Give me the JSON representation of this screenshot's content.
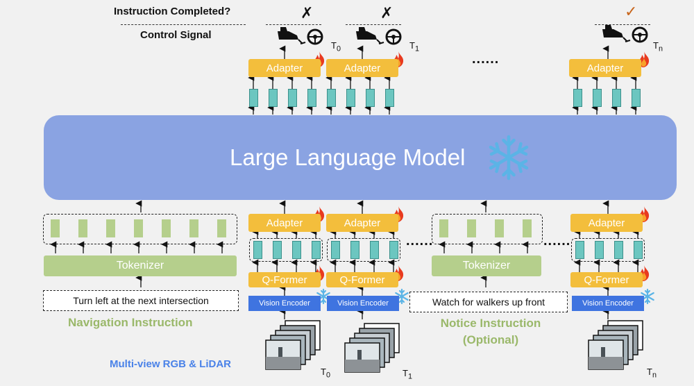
{
  "header": {
    "instruction_completed": "Instruction Completed?",
    "control_signal": "Control Signal"
  },
  "marks": {
    "cross": "✗",
    "check": "✓"
  },
  "time_labels": {
    "t0": "T",
    "t0_sub": "0",
    "t1": "T",
    "t1_sub": "1",
    "tn": "T",
    "tn_sub": "n"
  },
  "llm": {
    "label": "Large Language Model",
    "icon": "snowflake-icon"
  },
  "blocks": {
    "adapter": "Adapter",
    "tokenizer": "Tokenizer",
    "qformer": "Q-Former",
    "vision_encoder": "Vision Encoder"
  },
  "instructions": {
    "navigation_text": "Turn left at the next intersection",
    "navigation_label": "Navigation Instruction",
    "notice_text": "Watch for walkers up front",
    "notice_label_1": "Notice Instruction",
    "notice_label_2": "(Optional)"
  },
  "input_label": "Multi-view RGB & LiDAR",
  "ellipsis": "......",
  "colors": {
    "adapter": "#f3be3c",
    "tokenizer": "#b5cf8c",
    "vision_encoder": "#3f74e0",
    "llm": "#8aa3e2",
    "token": "#6cc6c0",
    "check": "#c8651b"
  }
}
